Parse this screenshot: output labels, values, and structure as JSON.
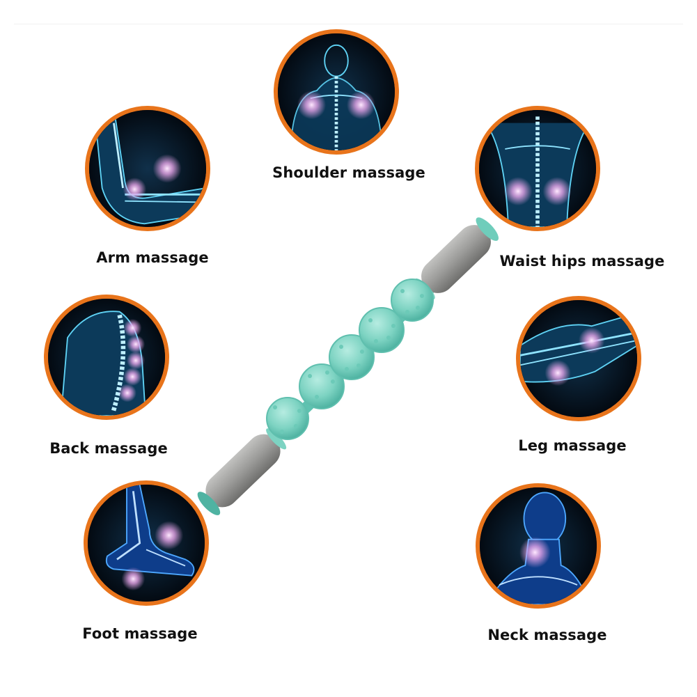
{
  "labels": {
    "shoulder": "Shoulder massage",
    "arm": "Arm massage",
    "waist": "Waist hips massage",
    "back": "Back massage",
    "leg": "Leg massage",
    "foot": "Foot massage",
    "neck": "Neck massage"
  },
  "colors": {
    "ring": "#e8741b",
    "glow": "#f3c6f0",
    "xray": "#5fd3f5",
    "handle": "#9a9a98",
    "ball": "#7dd3c2"
  }
}
